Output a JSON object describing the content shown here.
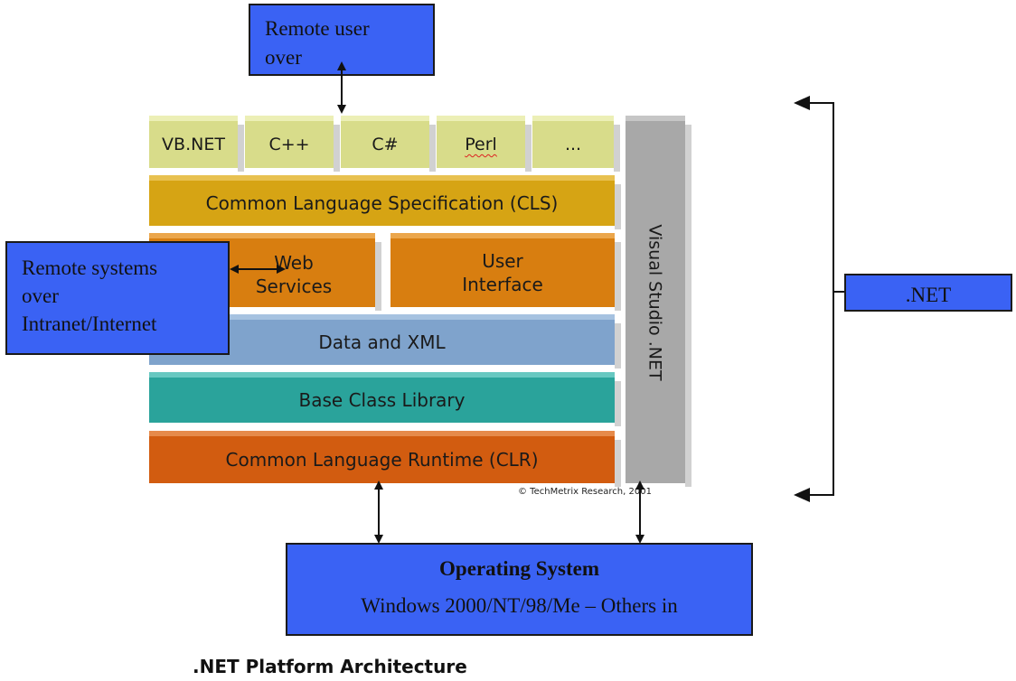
{
  "languages": [
    "VB.NET",
    "C++",
    "C#",
    "Perl",
    "..."
  ],
  "layers": {
    "cls": "Common Language Specification (CLS)",
    "web_services_line1": "Web",
    "web_services_line2": "Services",
    "user_interface_line1": "User",
    "user_interface_line2": "Interface",
    "data_xml": "Data and XML",
    "base_class_library": "Base Class Library",
    "clr": "Common Language Runtime (CLR)",
    "visual_studio": "Visual Studio .NET"
  },
  "credit": "© TechMetrix Research, 2001",
  "callouts": {
    "remote_user_line1": "Remote user",
    "remote_user_line2": "over",
    "remote_systems_line1": "Remote systems",
    "remote_systems_line2": "over",
    "remote_systems_line3": "Intranet/Internet",
    "dotnet": ".NET",
    "os_title": "Operating System",
    "os_subtitle": "Windows 2000/NT/98/Me – Others in"
  },
  "caption": ".NET Platform Architecture",
  "colors": {
    "callout_blue": "#3a62f4",
    "languages": "#d8dc8a",
    "cls": "#d6a414",
    "services": "#d87e10",
    "data_xml": "#7fa3cc",
    "bcl": "#2aa39b",
    "clr": "#d25c10",
    "visual_studio": "#a8a8a8"
  }
}
